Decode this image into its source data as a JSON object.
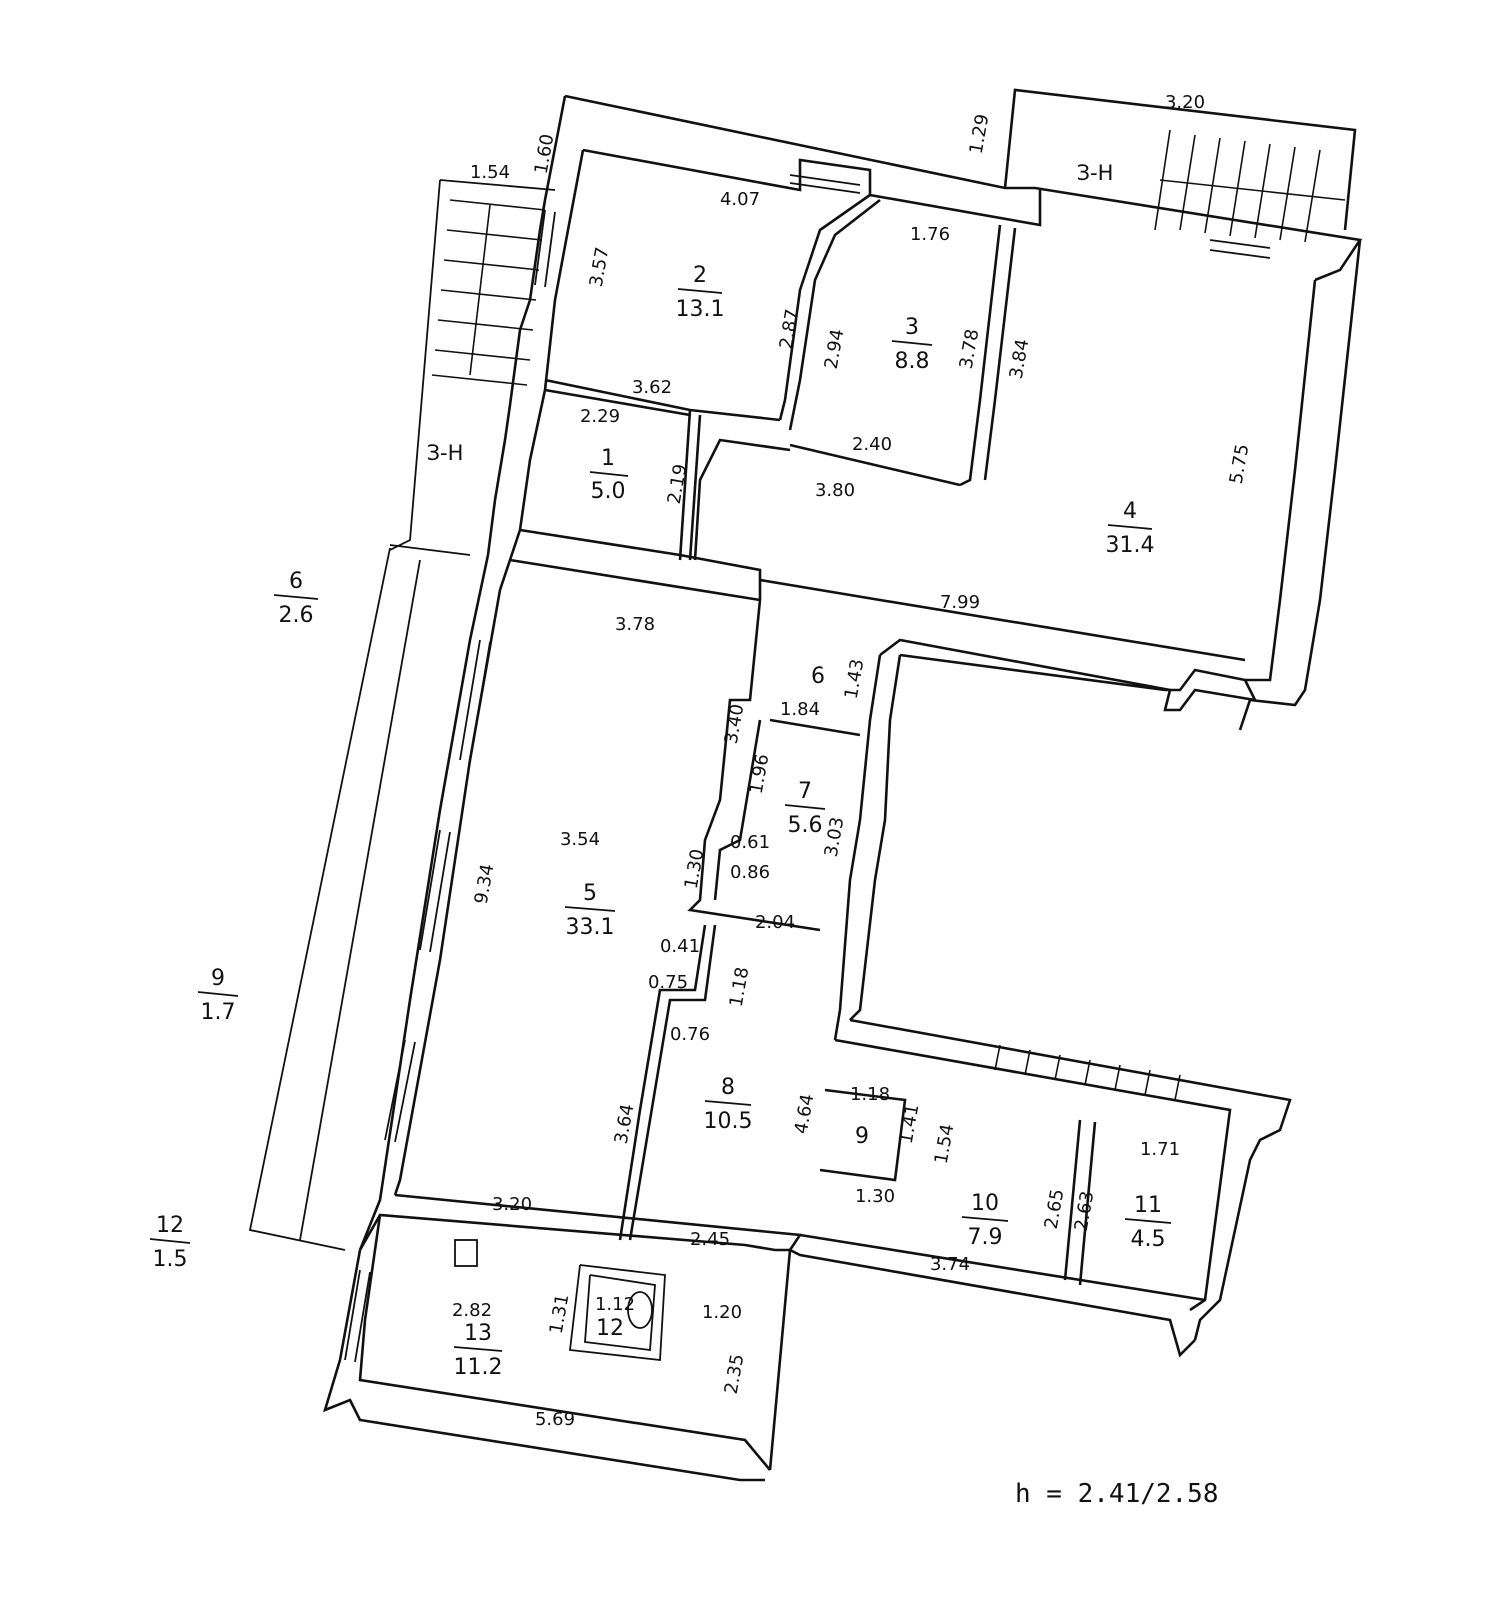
{
  "rooms": [
    {
      "num": "1",
      "area": "5.0"
    },
    {
      "num": "2",
      "area": "13.1"
    },
    {
      "num": "3",
      "area": "8.8"
    },
    {
      "num": "4",
      "area": "31.4"
    },
    {
      "num": "5",
      "area": "33.1"
    },
    {
      "num": "6",
      "area": ""
    },
    {
      "num": "7",
      "area": "5.6"
    },
    {
      "num": "8",
      "area": "10.5"
    },
    {
      "num": "9",
      "area": ""
    },
    {
      "num": "10",
      "area": "7.9"
    },
    {
      "num": "11",
      "area": "4.5"
    },
    {
      "num": "12",
      "area": ""
    },
    {
      "num": "13",
      "area": "11.2"
    }
  ],
  "outside": [
    {
      "num": "6",
      "area": "2.6"
    },
    {
      "num": "9",
      "area": "1.7"
    },
    {
      "num": "12",
      "area": "1.5"
    }
  ],
  "entrance_labels": [
    "З-Н",
    "З-Н"
  ],
  "dimensions": [
    "1.60",
    "1.54",
    "3.20",
    "1.29",
    "4.07",
    "3.57",
    "2.87",
    "1.76",
    "2.94",
    "3.78",
    "3.84",
    "3.62",
    "2.29",
    "2.19",
    "2.40",
    "3.80",
    "5.75",
    "3.78",
    "7.99",
    "1.43",
    "3.40",
    "1.84",
    "1.96",
    "0.61",
    "3.03",
    "3.54",
    "1.30",
    "0.86",
    "2.04",
    "9.34",
    "0.41",
    "0.75",
    "1.18",
    "0.76",
    "3.64",
    "4.64",
    "1.18",
    "1.41",
    "1.54",
    "1.71",
    "1.30",
    "2.65",
    "2.63",
    "3.20",
    "2.45",
    "3.74",
    "2.82",
    "1.31",
    "1.12",
    "1.20",
    "2.35",
    "5.69"
  ],
  "height_note": "h = 2.41/2.58"
}
